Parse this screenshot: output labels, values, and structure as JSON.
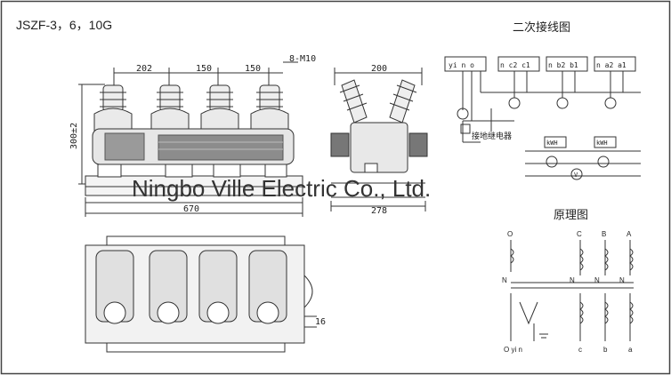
{
  "model_label": "JSZF-3，6，10G",
  "watermark": "Ningbo Ville Electric Co., Ltd.",
  "wiring_title": "二次接线图",
  "schematic_title": "原理图",
  "front_view": {
    "dim_202": "202",
    "dim_150a": "150",
    "dim_150b": "150",
    "bolt_label": "8-M10",
    "height_label": "300±2",
    "width_label": "670"
  },
  "side_view": {
    "top_dim": "200",
    "bottom_dim": "278"
  },
  "plan_view": {
    "dim_16": "16"
  },
  "wiring": {
    "terminal_group_1": "yi n o",
    "terminal_group_2": "n c2 c1",
    "terminal_group_3": "n b2 b1",
    "terminal_group_4": "n a2 a1",
    "relay_label": "接地继电器",
    "meter_1": "kWH",
    "meter_2": "kWH",
    "voltmeter": "V"
  },
  "schematic": {
    "o_top": "O",
    "c_top": "C",
    "b_top": "B",
    "a_top": "A",
    "n_left": "N",
    "n_mid1": "N",
    "n_mid2": "N",
    "n_right": "N",
    "bottom_labels": "O yi n",
    "c_bot": "c",
    "b_bot": "b",
    "a_bot": "a"
  }
}
